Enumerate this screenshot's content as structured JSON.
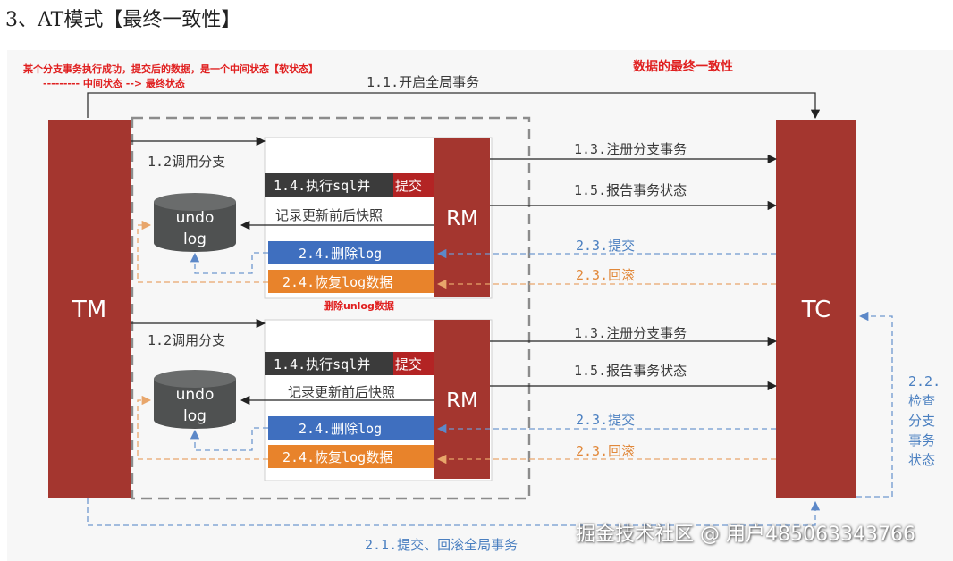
{
  "title": "3、AT模式【最终一致性】",
  "notes": {
    "soft_state_line1": "某个分支事务执行成功，提交后的数据，是一个中间状态【软状态】",
    "soft_state_line2": "--------- 中间状态 --> 最终状态",
    "eventual": "数据的最终一致性",
    "delete_undo": "删除unlog数据"
  },
  "nodes": {
    "tm": "TM",
    "tc": "TC",
    "rm": "RM",
    "undo_line1": "undo",
    "undo_line2": "log"
  },
  "labels": {
    "open_global": "1.1.开启全局事务",
    "call_branch": "1.2调用分支",
    "register_branch": "1.3.注册分支事务",
    "exec_sql_a": "1.4.执行sql并",
    "exec_sql_b": "提交",
    "report_status": "1.5.报告事务状态",
    "record_snapshot": "记录更新前后快照",
    "delete_log": "2.4.删除log",
    "restore_log": "2.4.恢复log数据",
    "commit_23": "2.3.提交",
    "rollback_23": "2.3.回滚",
    "check_22": "2.2.",
    "check_22_l2": "检查",
    "check_22_l3": "分支",
    "check_22_l4": "事务",
    "check_22_l5": "状态",
    "global_21": "2.1.提交、回滚全局事务"
  },
  "watermark": "掘金技术社区 @ 用户485063343766",
  "colors": {
    "box_red": "#a4362f",
    "dark_bar": "#3b3b3b",
    "blue_bar": "#3f6fbf",
    "orange_bar": "#e8832b",
    "blue_line": "#6f98cf",
    "orange_line": "#e8a66b",
    "note_red": "#e02020"
  }
}
